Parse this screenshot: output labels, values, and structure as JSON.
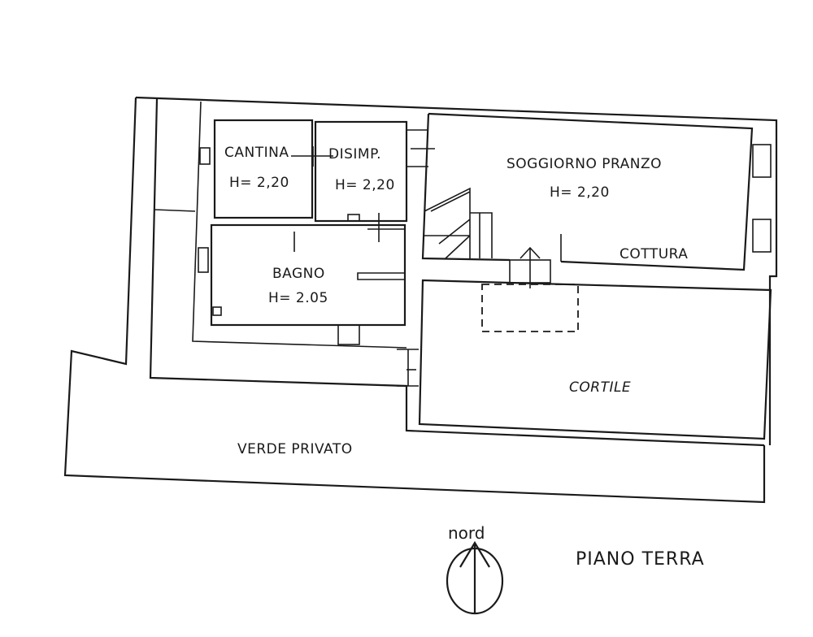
{
  "rooms": {
    "cantina": {
      "name": "CANTINA",
      "height": "H= 2,20"
    },
    "disimpegno": {
      "name": "DISIMP.",
      "height": "H= 2,20"
    },
    "soggiorno": {
      "name": "SOGGIORNO PRANZO",
      "height": "H= 2,20"
    },
    "cottura": {
      "name": "COTTURA"
    },
    "bagno": {
      "name": "BAGNO",
      "height": "H= 2.05"
    },
    "cortile": {
      "name": "CORTILE"
    },
    "verde": {
      "name": "VERDE PRIVATO"
    }
  },
  "compass": {
    "label": "nord"
  },
  "floor": {
    "title": "PIANO TERRA"
  }
}
